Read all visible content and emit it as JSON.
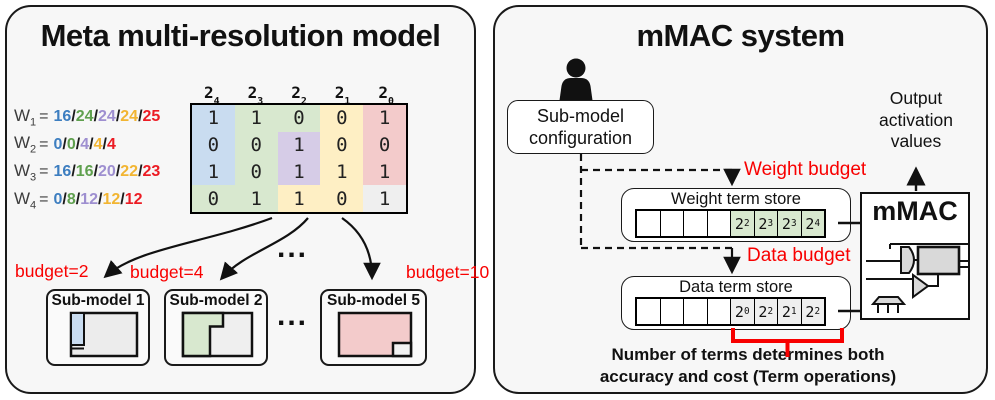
{
  "left_panel": {
    "title": "Meta multi-resolution model",
    "matrix": {
      "col_headers": [
        {
          "base": "2",
          "exp": "4"
        },
        {
          "base": "2",
          "exp": "3"
        },
        {
          "base": "2",
          "exp": "2"
        },
        {
          "base": "2",
          "exp": "1"
        },
        {
          "base": "2",
          "exp": "0"
        }
      ],
      "w_prefix": "W",
      "equals": "=",
      "separator": "/",
      "value_colors": [
        "blue",
        "green",
        "purple",
        "yellow",
        "red"
      ],
      "rows": [
        {
          "sub": "1",
          "values": [
            "16",
            "24",
            "24",
            "24",
            "25"
          ],
          "bits": [
            "1",
            "1",
            "0",
            "0",
            "1"
          ],
          "cell_colors": [
            "blue",
            "green",
            "green",
            "yellow",
            "pink"
          ]
        },
        {
          "sub": "2",
          "values": [
            "0",
            "0",
            "4",
            "4",
            "4"
          ],
          "bits": [
            "0",
            "0",
            "1",
            "0",
            "0"
          ],
          "cell_colors": [
            "blue",
            "green",
            "purple",
            "yellow",
            "pink"
          ]
        },
        {
          "sub": "3",
          "values": [
            "16",
            "16",
            "20",
            "22",
            "23"
          ],
          "bits": [
            "1",
            "0",
            "1",
            "1",
            "1"
          ],
          "cell_colors": [
            "blue",
            "green",
            "purple",
            "yellow",
            "pink"
          ]
        },
        {
          "sub": "4",
          "values": [
            "0",
            "8",
            "12",
            "12",
            "12"
          ],
          "bits": [
            "0",
            "1",
            "1",
            "0",
            "1"
          ],
          "cell_colors": [
            "green",
            "green",
            "yellow",
            "yellow",
            "gray"
          ]
        }
      ]
    },
    "ellipsis": "...",
    "budgets": {
      "b1": "budget=2",
      "b2": "budget=4",
      "b3": "budget=10"
    },
    "submodels": {
      "s1": "Sub-model 1",
      "s2": "Sub-model 2",
      "s3": "Sub-model 5"
    }
  },
  "right_panel": {
    "title": "mMAC system",
    "config_box": {
      "line1": "Sub-model",
      "line2": "configuration"
    },
    "weight_budget_label": "Weight budget",
    "data_budget_label": "Data budget",
    "weight_store": {
      "title": "Weight term store",
      "empty_cells": 4,
      "term_color": "green",
      "terms": [
        {
          "base": "2",
          "exp": "2"
        },
        {
          "base": "2",
          "exp": "3"
        },
        {
          "base": "2",
          "exp": "3"
        },
        {
          "base": "2",
          "exp": "4"
        }
      ]
    },
    "data_store": {
      "title": "Data term store",
      "empty_cells": 4,
      "term_color": "gray",
      "terms": [
        {
          "base": "2",
          "exp": "0"
        },
        {
          "base": "2",
          "exp": "2"
        },
        {
          "base": "2",
          "exp": "1"
        },
        {
          "base": "2",
          "exp": "2"
        }
      ]
    },
    "mmac_label": "mMAC",
    "output_lines": {
      "l1": "Output",
      "l2": "activation",
      "l3": "values"
    },
    "caption": {
      "line1": "Number of terms determines both",
      "line2": "accuracy and cost (Term operations)"
    }
  },
  "colors": {
    "accent_red": "#f80000",
    "panel_bg": "#f7f7f7",
    "cell_blue": "#c9dcf0",
    "cell_green": "#d8e8cf",
    "cell_purple": "#d6cce7",
    "cell_yellow": "#feefc4",
    "cell_pink": "#f3cbcb",
    "cell_gray": "#efefef",
    "text_blue": "#3d7ec0",
    "text_green": "#5fa04e",
    "text_purple": "#9e8fd0",
    "text_yellow": "#f2b532",
    "text_red": "#ec1c24"
  }
}
